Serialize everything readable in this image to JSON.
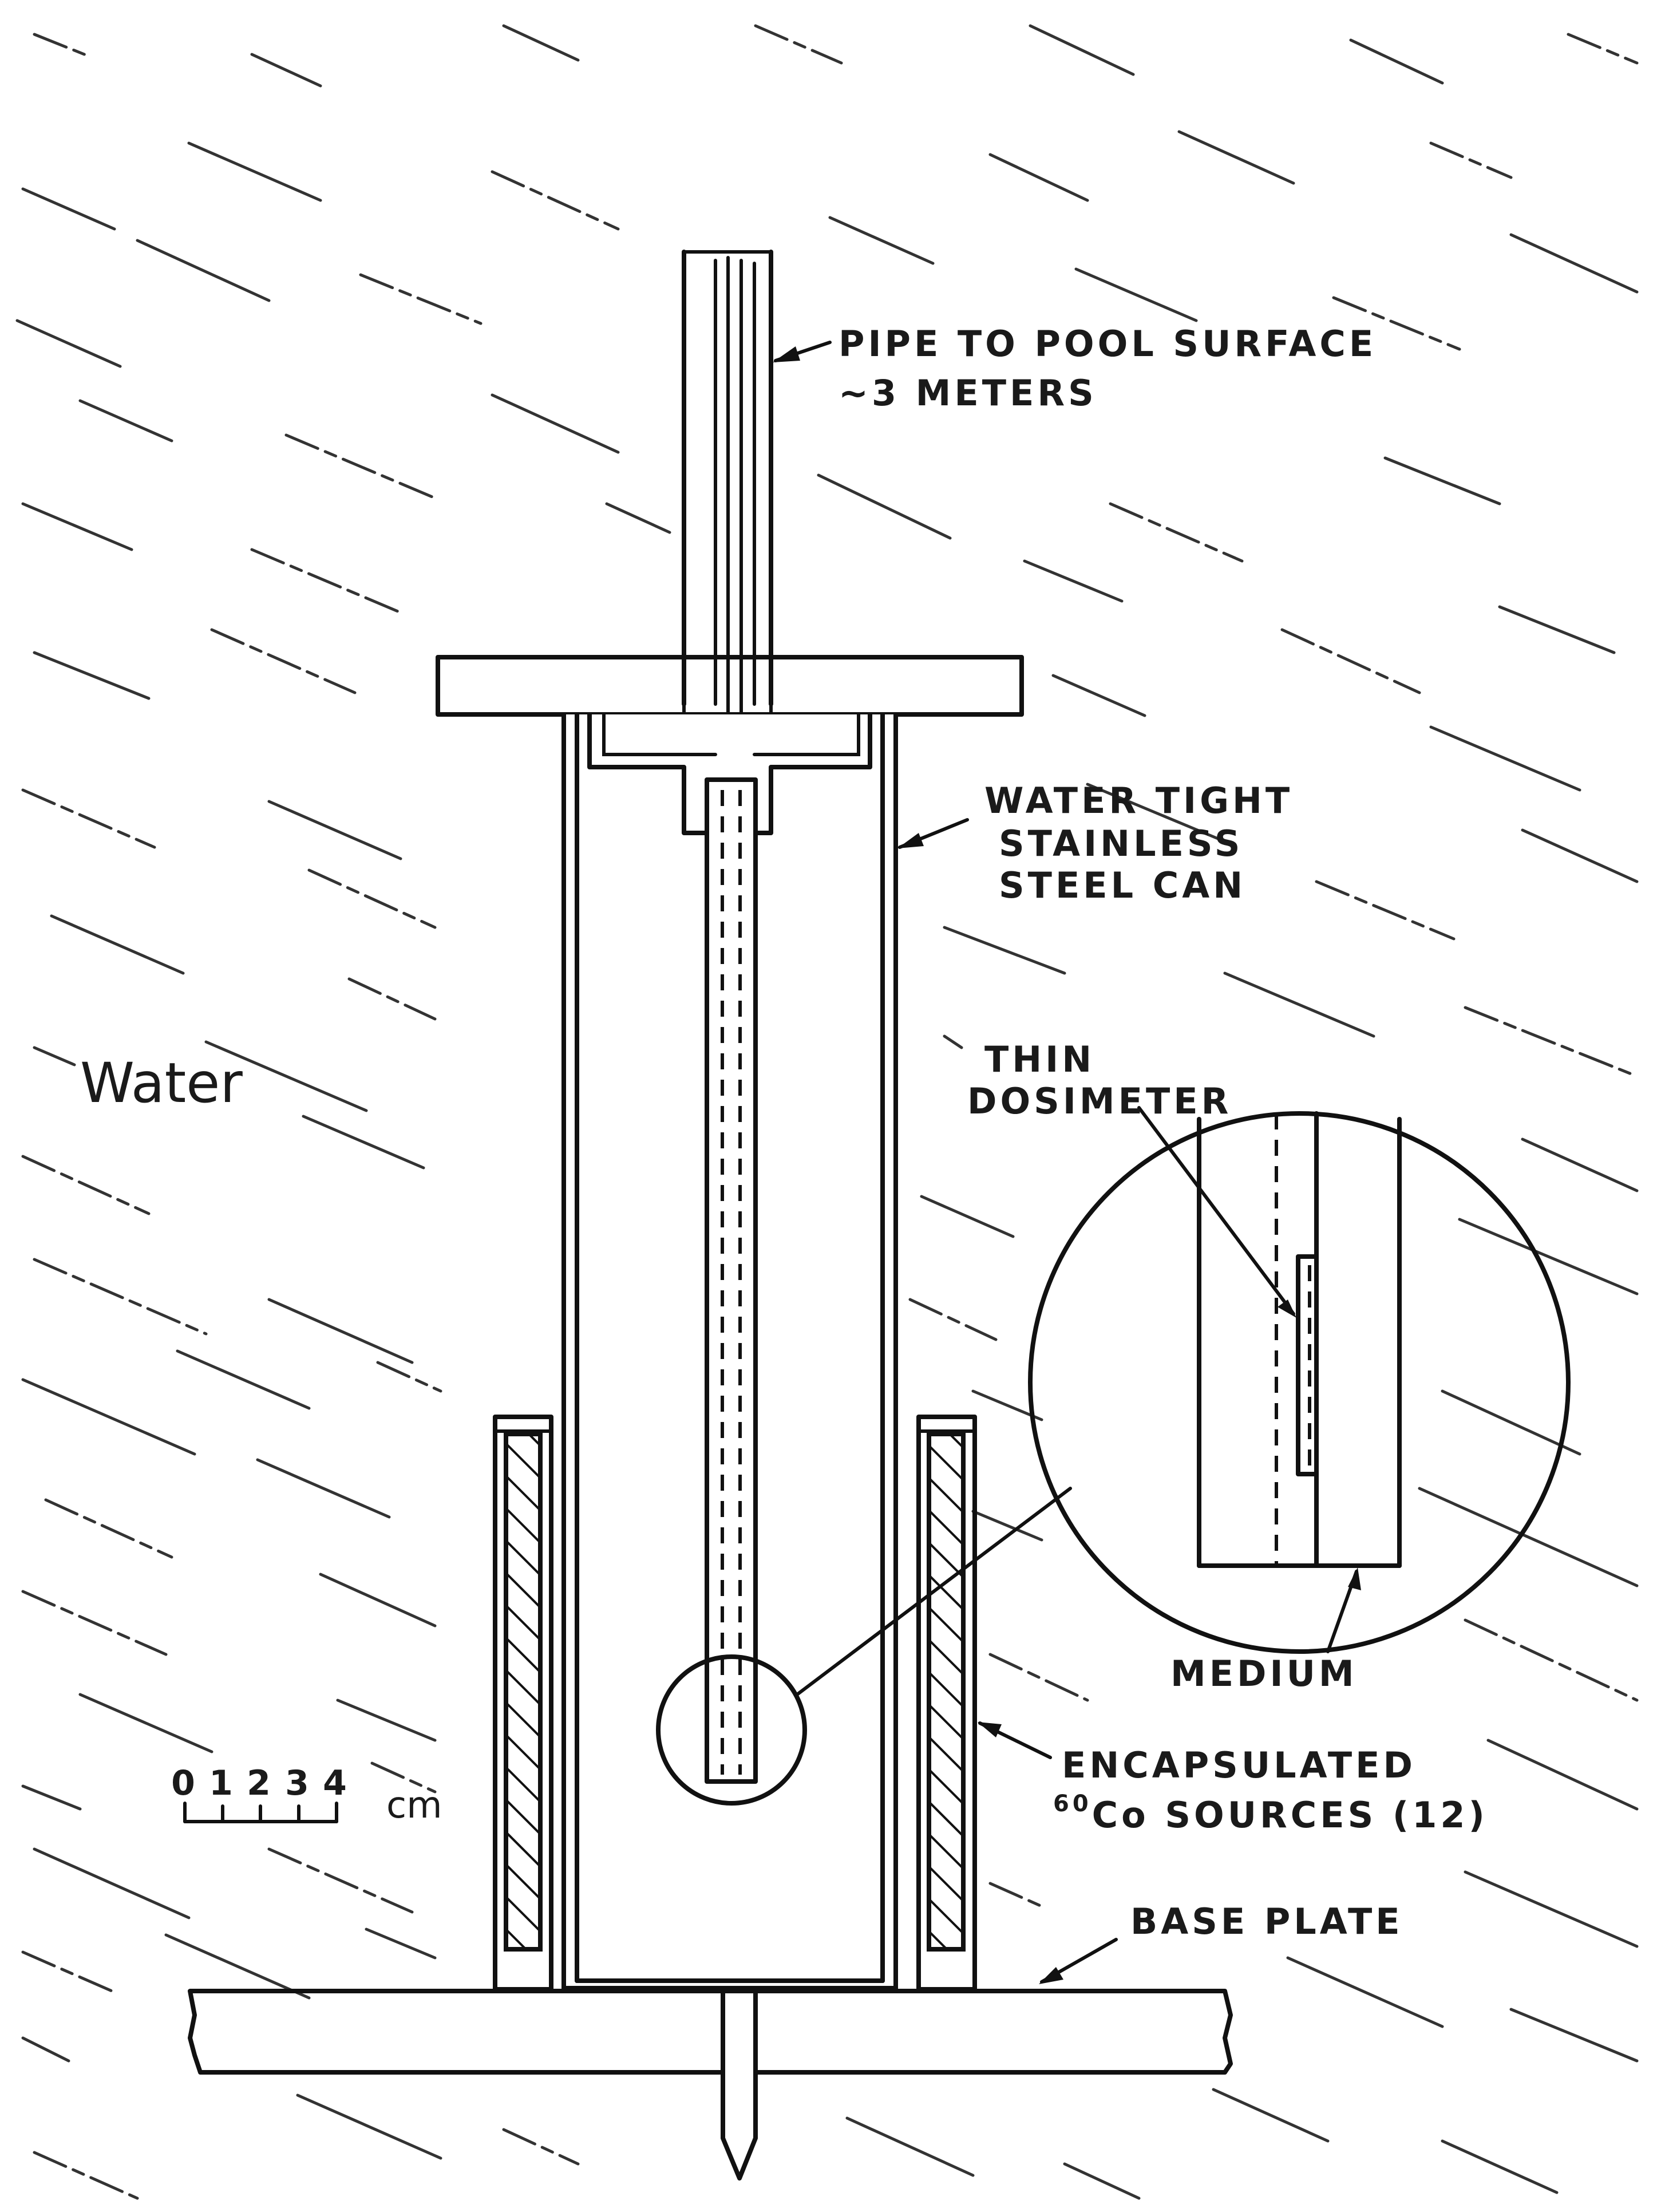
{
  "labels": {
    "pipe_line1": "PIPE TO POOL SURFACE",
    "pipe_line2": "~3 METERS",
    "can_line1": "WATER TIGHT",
    "can_line2": "STAINLESS",
    "can_line3": "STEEL CAN",
    "water": "Water",
    "dosimeter_line1": "THIN",
    "dosimeter_line2": "DOSIMETER",
    "medium": "MEDIUM",
    "sources_line1": "ENCAPSULATED",
    "sources_sup": "60",
    "sources_line2_rest": "Co SOURCES (12)",
    "base_plate": "BASE PLATE"
  },
  "scale_bar": {
    "ticks": [
      "0",
      "1",
      "2",
      "3",
      "4"
    ],
    "unit": "cm"
  }
}
